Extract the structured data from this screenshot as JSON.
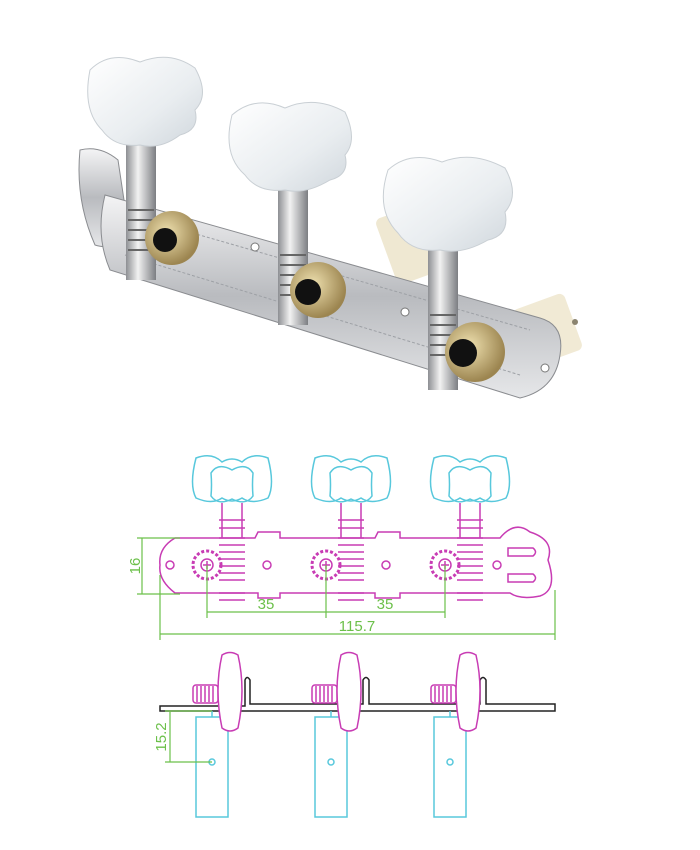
{
  "product": {
    "colors": {
      "plate": "#d9dadc",
      "button": "#f4f6f8",
      "gear": "#c8b27a",
      "post": "#efe8d2",
      "pink": "#c83cb4",
      "cyan": "#58c8dc",
      "green": "#6cc04a",
      "black": "#222222"
    }
  },
  "front_view": {
    "dim_height": "16",
    "dim_spacing_1": "35",
    "dim_spacing_2": "35",
    "dim_total": "115.7"
  },
  "side_view": {
    "dim_post_hole": "15.2"
  }
}
